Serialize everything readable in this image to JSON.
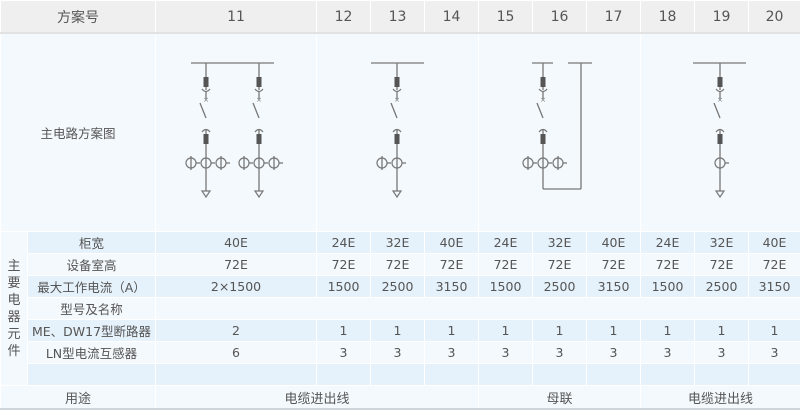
{
  "header": {
    "label": "方案号",
    "schemes": [
      "11",
      "12",
      "13",
      "14",
      "15",
      "16",
      "17",
      "18",
      "19",
      "20"
    ]
  },
  "diagram_row": {
    "label": "主电路方案图"
  },
  "side_label": "主要电器元件",
  "rows": {
    "width": {
      "label": "柜宽",
      "values": [
        "40E",
        "24E",
        "32E",
        "40E",
        "24E",
        "32E",
        "40E",
        "24E",
        "32E",
        "40E"
      ]
    },
    "height": {
      "label": "设备室高",
      "values": [
        "72E",
        "72E",
        "72E",
        "72E",
        "72E",
        "72E",
        "72E",
        "72E",
        "72E",
        "72E"
      ]
    },
    "current": {
      "label": "最大工作电流（A）",
      "values": [
        "2×1500",
        "1500",
        "2500",
        "3150",
        "1500",
        "2500",
        "3150",
        "1500",
        "2500",
        "3150"
      ]
    },
    "model": {
      "label": "型号及名称"
    },
    "breaker": {
      "label": "ME、DW17型断路器",
      "values": [
        "2",
        "1",
        "1",
        "1",
        "1",
        "1",
        "1",
        "1",
        "1",
        "1"
      ]
    },
    "ct": {
      "label": "LN型电流互感器",
      "values": [
        "6",
        "3",
        "3",
        "3",
        "3",
        "3",
        "3",
        "3",
        "3",
        "3"
      ]
    }
  },
  "usage": {
    "label": "用途",
    "groups": [
      "电缆进出线",
      "母联",
      "电缆进出线"
    ]
  },
  "colors": {
    "line": "#777777",
    "fuse": "#555555",
    "header_bg": "#efefef",
    "row_alt": "#e6f2fb",
    "row_bg": "#f3f9fd"
  }
}
